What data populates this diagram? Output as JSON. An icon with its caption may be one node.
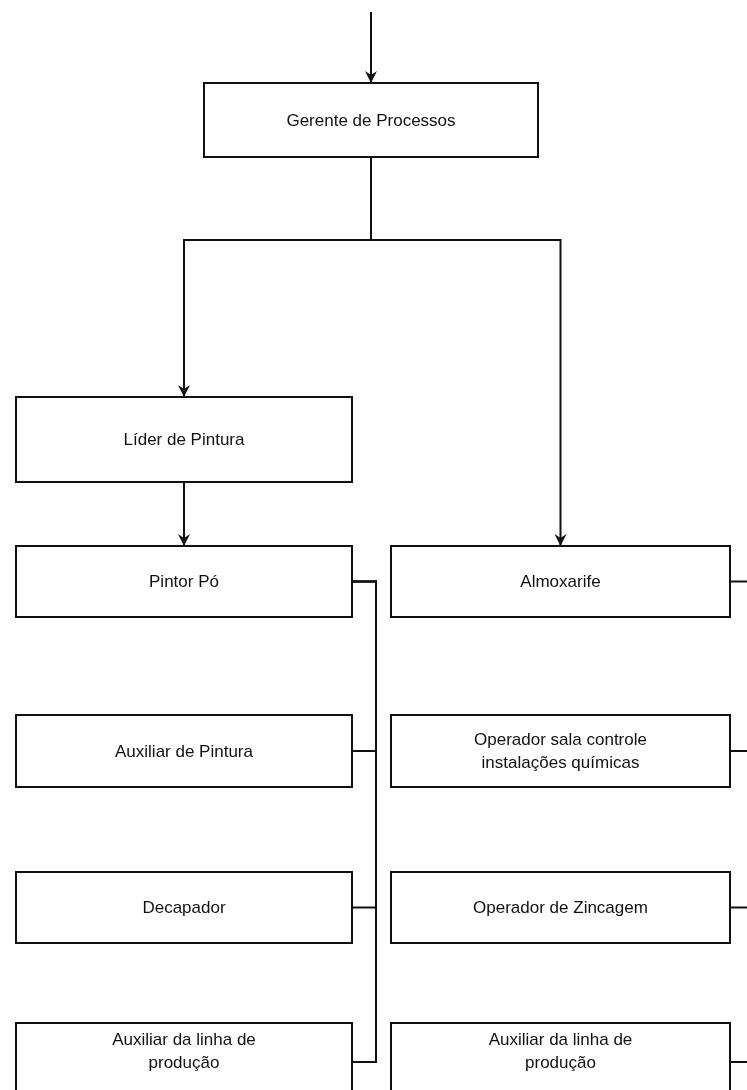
{
  "diagram": {
    "nodes": [
      {
        "text": [
          "Gerente de Processos"
        ]
      },
      {
        "text": [
          "Líder de Pintura"
        ]
      },
      {
        "text": [
          "Pintor Pó"
        ]
      },
      {
        "text": [
          "Almoxarife"
        ]
      },
      {
        "text": [
          "Auxiliar de Pintura"
        ]
      },
      {
        "text": [
          "Operador sala controle instalações químicas"
        ]
      },
      {
        "text": [
          "Decapador"
        ]
      },
      {
        "text": [
          "Operador de Zincagem"
        ]
      },
      {
        "text": [
          "Auxiliar da linha de produção"
        ]
      },
      {
        "text": [
          "Auxiliar da linha de produção"
        ]
      }
    ],
    "edges": [
      {
        "from": null,
        "to": 0,
        "arrow": "to"
      },
      {
        "from": 0,
        "to": 1,
        "arrow": "to"
      },
      {
        "from": 0,
        "to": 3,
        "arrow": "to"
      },
      {
        "from": 1,
        "to": 2,
        "arrow": "to"
      },
      {
        "from": 2,
        "to": 4,
        "arrow": "none"
      },
      {
        "from": 2,
        "to": 6,
        "arrow": "none"
      },
      {
        "from": 2,
        "to": 8,
        "arrow": "none"
      },
      {
        "from": 3,
        "to": null,
        "arrow": "none"
      },
      {
        "from": 5,
        "to": null,
        "arrow": "none"
      },
      {
        "from": 7,
        "to": null,
        "arrow": "none"
      },
      {
        "from": 9,
        "to": null,
        "arrow": "none"
      }
    ]
  }
}
